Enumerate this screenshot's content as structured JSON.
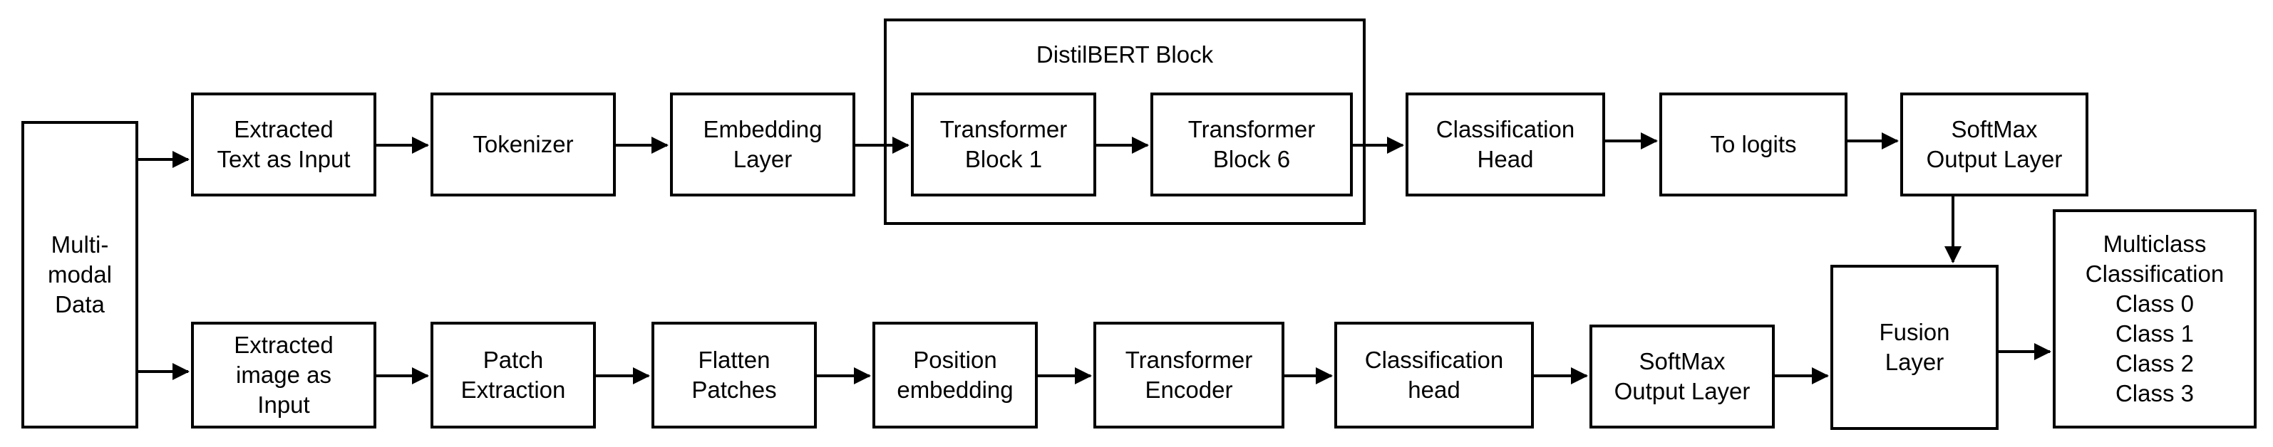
{
  "diagram": {
    "group": {
      "title": "DistilBERT Block"
    },
    "nodes": {
      "multimodal": [
        "Multi-",
        "modal",
        "Data"
      ],
      "text_input": [
        "Extracted",
        "Text as Input"
      ],
      "tokenizer": [
        "Tokenizer"
      ],
      "embedding": [
        "Embedding",
        "Layer"
      ],
      "transformer_1": [
        "Transformer",
        "Block 1"
      ],
      "transformer_6": [
        "Transformer",
        "Block 6"
      ],
      "class_head_text": [
        "Classification",
        "Head"
      ],
      "to_logits": [
        "To logits"
      ],
      "softmax_text": [
        "SoftMax",
        "Output Layer"
      ],
      "image_input": [
        "Extracted",
        "image as",
        "Input"
      ],
      "patch_extraction": [
        "Patch",
        "Extraction"
      ],
      "flatten": [
        "Flatten",
        "Patches"
      ],
      "position_embedding": [
        "Position",
        "embedding"
      ],
      "transformer_encoder": [
        "Transformer",
        "Encoder"
      ],
      "class_head_image": [
        "Classification",
        "head"
      ],
      "softmax_image": [
        "SoftMax",
        "Output Layer"
      ],
      "fusion": [
        "Fusion",
        "Layer"
      ],
      "output": [
        "Multiclass",
        "Classification",
        "Class 0",
        "Class 1",
        "Class 2",
        "Class 3"
      ]
    }
  }
}
